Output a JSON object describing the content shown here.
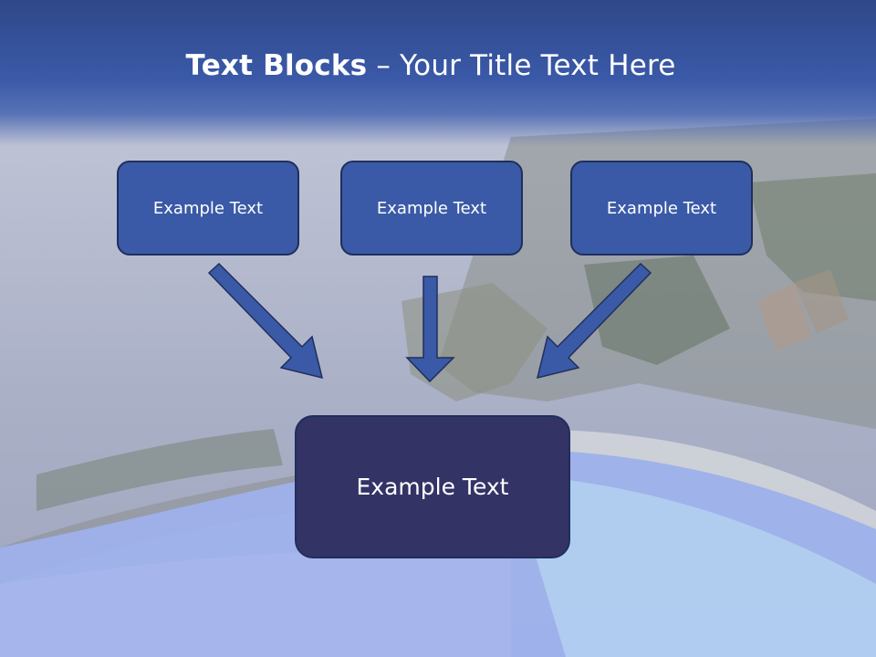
{
  "slide": {
    "title_bold": "Text Blocks",
    "title_dash": " – ",
    "title_rest": "Your Title Text Here"
  },
  "blocks": [
    {
      "label": "Example Text"
    },
    {
      "label": "Example Text"
    },
    {
      "label": "Example Text"
    }
  ],
  "main_block": {
    "label": "Example Text"
  },
  "colors": {
    "header": "#3a59a8",
    "block_fill": "#3a5aa7",
    "main_block_fill": "#333366",
    "arrow_fill": "#3a5aa7",
    "border": "#1f2f5c"
  }
}
